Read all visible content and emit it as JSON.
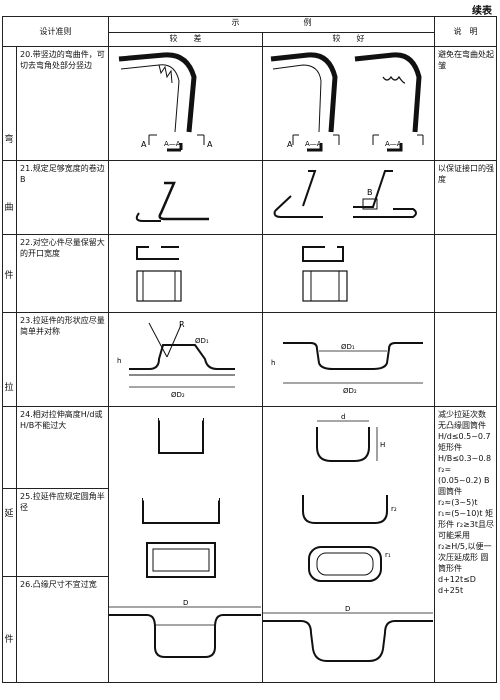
{
  "page": {
    "continued": "续表"
  },
  "header": {
    "principle": "设计准则",
    "example": "示　　　　　　　　例",
    "poor": "较　　差",
    "good": "较　　好",
    "notes": "说　明"
  },
  "categories": {
    "bending": [
      "弯",
      "曲",
      "件"
    ],
    "drawing": [
      "拉",
      "延",
      "件"
    ]
  },
  "rows": [
    {
      "rule": "20.带竖边的弯曲件，可切去弯角处部分竖边",
      "note": "避免在弯曲处起皱"
    },
    {
      "rule": "21.规定足够宽度的卷边B",
      "note": "以保证接口的强度"
    },
    {
      "rule": "22.对空心件尽量保留大的开口宽度",
      "note": ""
    },
    {
      "rule": "23.拉延件的形状应尽量简单并对称",
      "note": ""
    },
    {
      "rule": "24.相对拉伸高度H/d或H/B不能过大",
      "note": "减少拉延次数 无凸缘圆筒件 H/d≤0.5~0.7 矩形件 H/B≤0.3~0.8 r₂=(0.05~0.2) B 圆筒件 r₂≈(3~5)t r₁≈(5~10)t 矩形件 r₂≥3t且尽可能采用r₂≥H/5,以便一次压延成形 圆筒形件 d+12t≤D d+25t"
    },
    {
      "rule": "25.拉延件应规定圆角半径",
      "note": ""
    },
    {
      "rule": "26.凸缘尺寸不宜过宽",
      "note": ""
    }
  ],
  "labels": {
    "section": "A—A",
    "a": "A",
    "b": "B",
    "r": "R",
    "d1": "ØD₁",
    "d2": "ØD₂",
    "h": "h",
    "hh": "H",
    "d": "d",
    "rr": "r₂",
    "r1": "r₁",
    "dd": "D"
  }
}
